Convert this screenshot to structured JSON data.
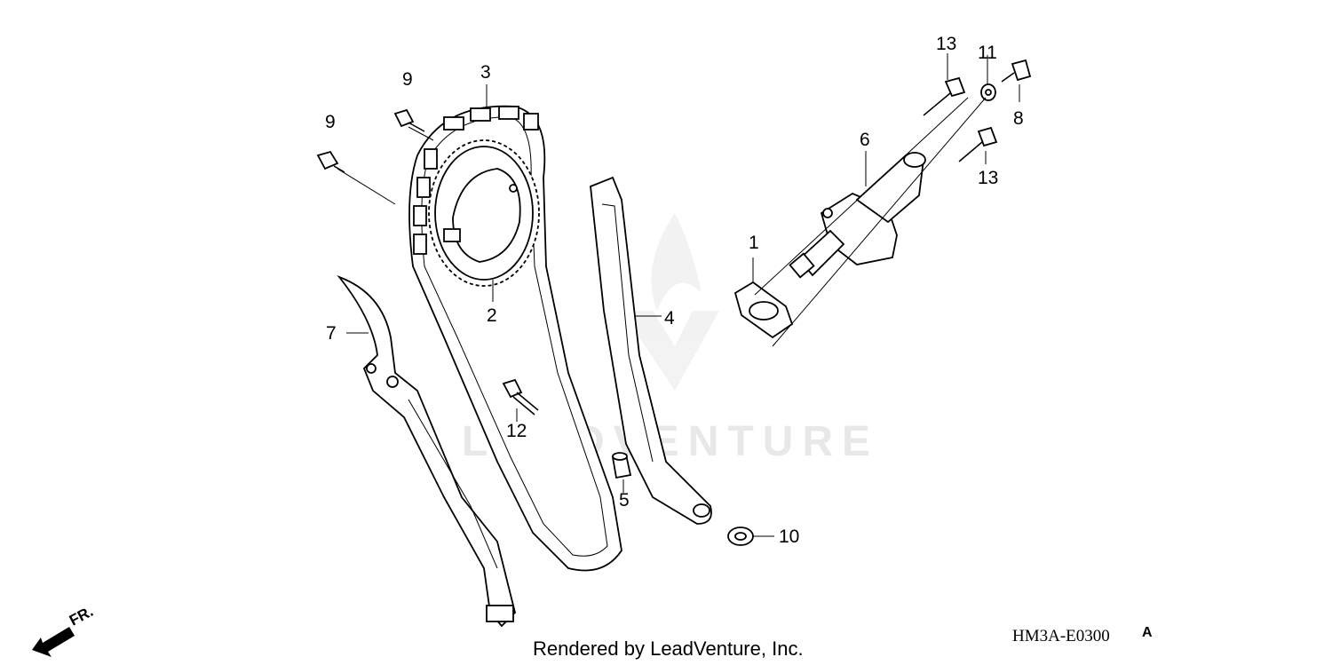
{
  "watermark": {
    "text": "LEADVENTURE"
  },
  "footer": {
    "credit": "Rendered by LeadVenture, Inc.",
    "diagram_code": "HM3A-E0300",
    "revision": "A"
  },
  "direction_label": "FR.",
  "callouts": [
    {
      "id": "c1",
      "label": "1"
    },
    {
      "id": "c2",
      "label": "2"
    },
    {
      "id": "c3",
      "label": "3"
    },
    {
      "id": "c4",
      "label": "4"
    },
    {
      "id": "c5",
      "label": "5"
    },
    {
      "id": "c6",
      "label": "6"
    },
    {
      "id": "c7",
      "label": "7"
    },
    {
      "id": "c8",
      "label": "8"
    },
    {
      "id": "c9a",
      "label": "9"
    },
    {
      "id": "c9b",
      "label": "9"
    },
    {
      "id": "c10",
      "label": "10"
    },
    {
      "id": "c11",
      "label": "11"
    },
    {
      "id": "c12",
      "label": "12"
    },
    {
      "id": "c13a",
      "label": "13"
    },
    {
      "id": "c13b",
      "label": "13"
    }
  ]
}
